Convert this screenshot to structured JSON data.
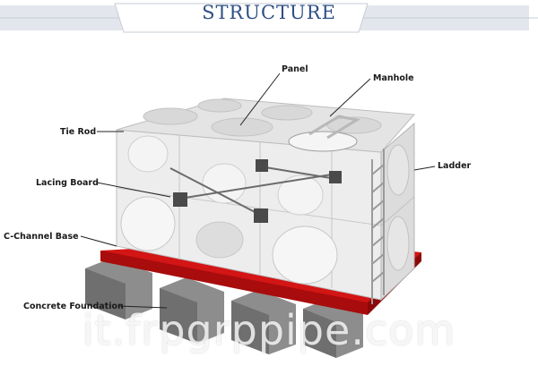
{
  "header": {
    "title": "STRUCTURE"
  },
  "labels": {
    "panel": "Panel",
    "manhole": "Manhole",
    "tie_rod": "Tie Rod",
    "ladder": "Ladder",
    "lacing_board": "Lacing Board",
    "c_channel_base": "C-Channel Base",
    "concrete_foundation": "Concrete Foundation"
  },
  "watermark": "it.frpgrppipe.com",
  "colors": {
    "accent": "#2f4f86",
    "base": "#c01010",
    "panel": "#e9e9e9",
    "concrete": "#8a8a8a"
  }
}
